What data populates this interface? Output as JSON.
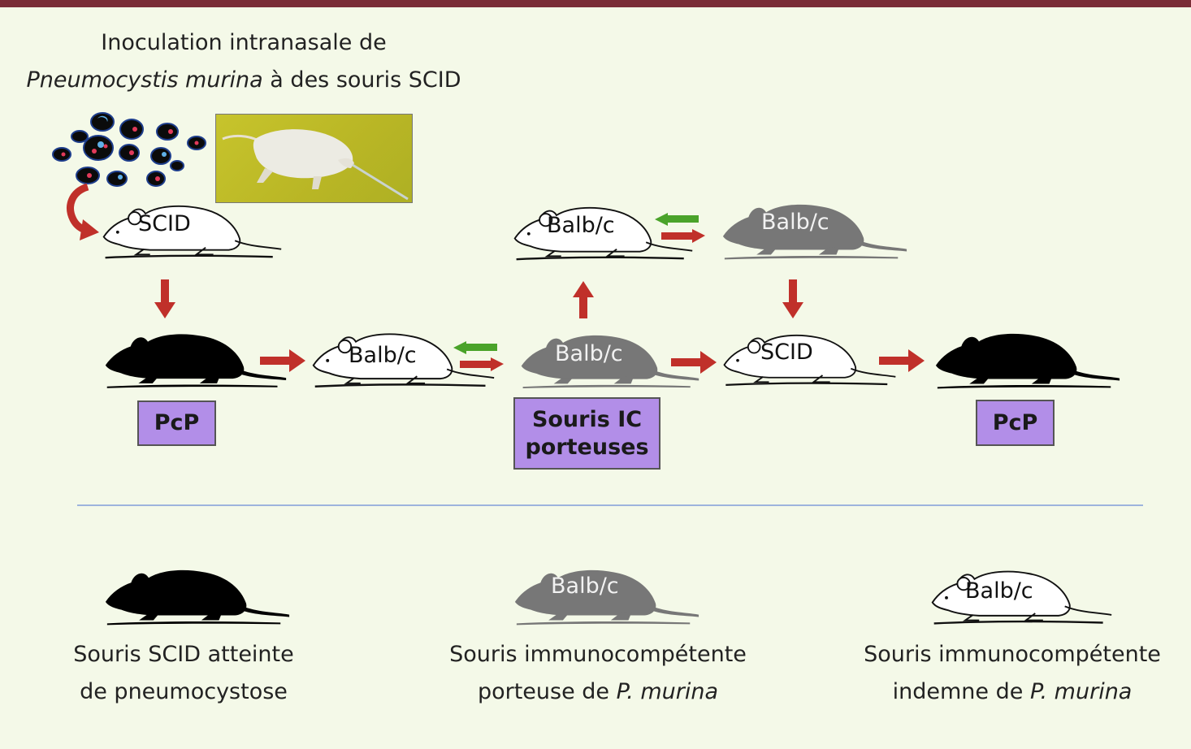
{
  "heading": {
    "line1": "Inoculation intranasale de",
    "line2_italic": "Pneumocystis murina",
    "line2_rest": " à des souris SCID"
  },
  "mice": {
    "top_scid": "SCID",
    "top_balbc_white": "Balb/c",
    "top_balbc_grey": "Balb/c",
    "mid_balbc_white": "Balb/c",
    "mid_balbc_grey": "Balb/c",
    "mid_scid": "SCID",
    "legend_balbc_grey": "Balb/c",
    "legend_balbc_white": "Balb/c"
  },
  "boxes": {
    "pcp_left": "PcP",
    "carriers_line1": "Souris IC",
    "carriers_line2": "porteuses",
    "pcp_right": "PcP"
  },
  "legend": {
    "scid": {
      "line1": "Souris SCID atteinte",
      "line2": "de pneumocystose"
    },
    "carrier": {
      "line1": "Souris immunocompétente",
      "line2_prefix": "porteuse de ",
      "line2_italic": "P. murina"
    },
    "free": {
      "line1": "Souris immunocompétente",
      "line2_prefix": "indemne de ",
      "line2_italic": "P. murina"
    }
  },
  "colors": {
    "top_bar": "#7a2d37",
    "background": "#f4f9e8",
    "arrow_red": "#c0302a",
    "arrow_green": "#4aa32a",
    "box_purple": "#b28ee8",
    "mouse_black": "#000000",
    "mouse_grey": "#777777",
    "divider": "#9db4dd"
  }
}
